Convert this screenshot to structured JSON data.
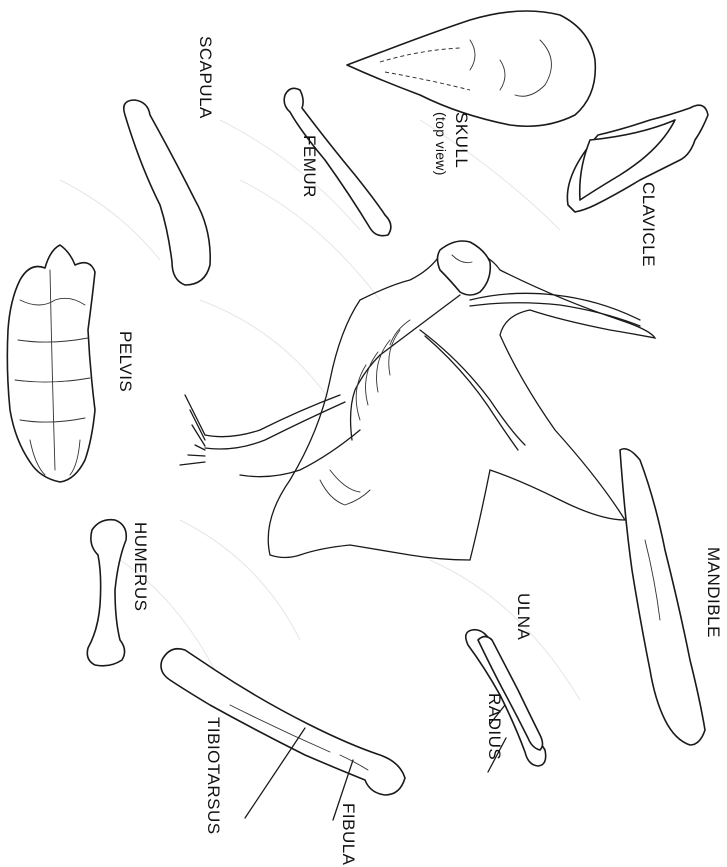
{
  "labels": {
    "scapula": "SCAPULA",
    "femur": "FEMUR",
    "skull": "SKULL",
    "skull_note": "(top view)",
    "clavicle": "CLAVICLE",
    "pelvis": "PELVIS",
    "humerus": "HUMERUS",
    "ulna": "ULNA",
    "radius": "RADIUS",
    "mandible": "MANDIBLE",
    "tibiotarsus": "TIBIOTARSUS",
    "fibula": "FIBULA"
  }
}
